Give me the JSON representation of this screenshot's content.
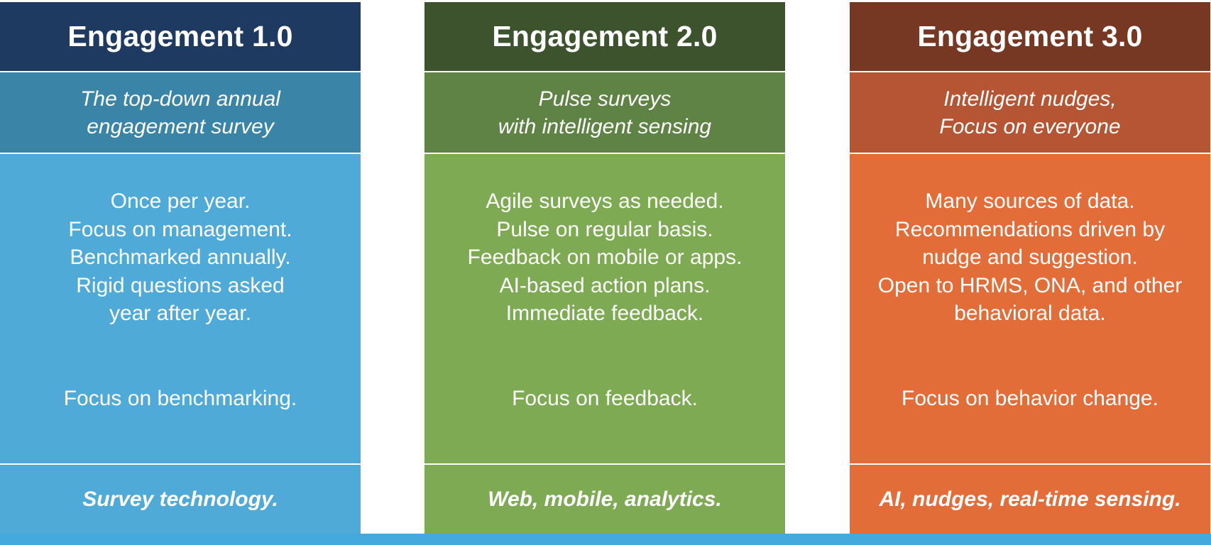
{
  "columns": [
    {
      "title": "Engagement 1.0",
      "subtitle": [
        "The top-down annual",
        "engagement survey"
      ],
      "body": [
        "Once per year.",
        "Focus on management.",
        "Benchmarked annually.",
        "Rigid questions asked",
        "year after year."
      ],
      "focus": "Focus on benchmarking.",
      "footer": "Survey technology."
    },
    {
      "title": "Engagement 2.0",
      "subtitle": [
        "Pulse surveys",
        "with intelligent sensing"
      ],
      "body": [
        "Agile surveys as needed.",
        "Pulse on regular basis.",
        "Feedback on mobile or apps.",
        "AI-based action plans.",
        "Immediate feedback."
      ],
      "focus": "Focus on feedback.",
      "footer": "Web, mobile, analytics."
    },
    {
      "title": "Engagement 3.0",
      "subtitle": [
        "Intelligent nudges,",
        "Focus on everyone"
      ],
      "body": [
        "Many sources of data.",
        "Recommendations driven by",
        "nudge and suggestion.",
        "Open to HRMS, ONA, and other",
        "behavioral data."
      ],
      "focus": "Focus on behavior change.",
      "footer": "AI, nudges, real-time sensing."
    }
  ],
  "colors": {
    "col1": {
      "header": "#1f3a60",
      "subtitle": "#3a84a8",
      "body": "#4faad8"
    },
    "col2": {
      "header": "#3c532e",
      "subtitle": "#5f8344",
      "body": "#7daa52"
    },
    "col3": {
      "header": "#763723",
      "subtitle": "#b65533",
      "body": "#e36d38"
    },
    "bottom_bar": "#44a9dc"
  }
}
